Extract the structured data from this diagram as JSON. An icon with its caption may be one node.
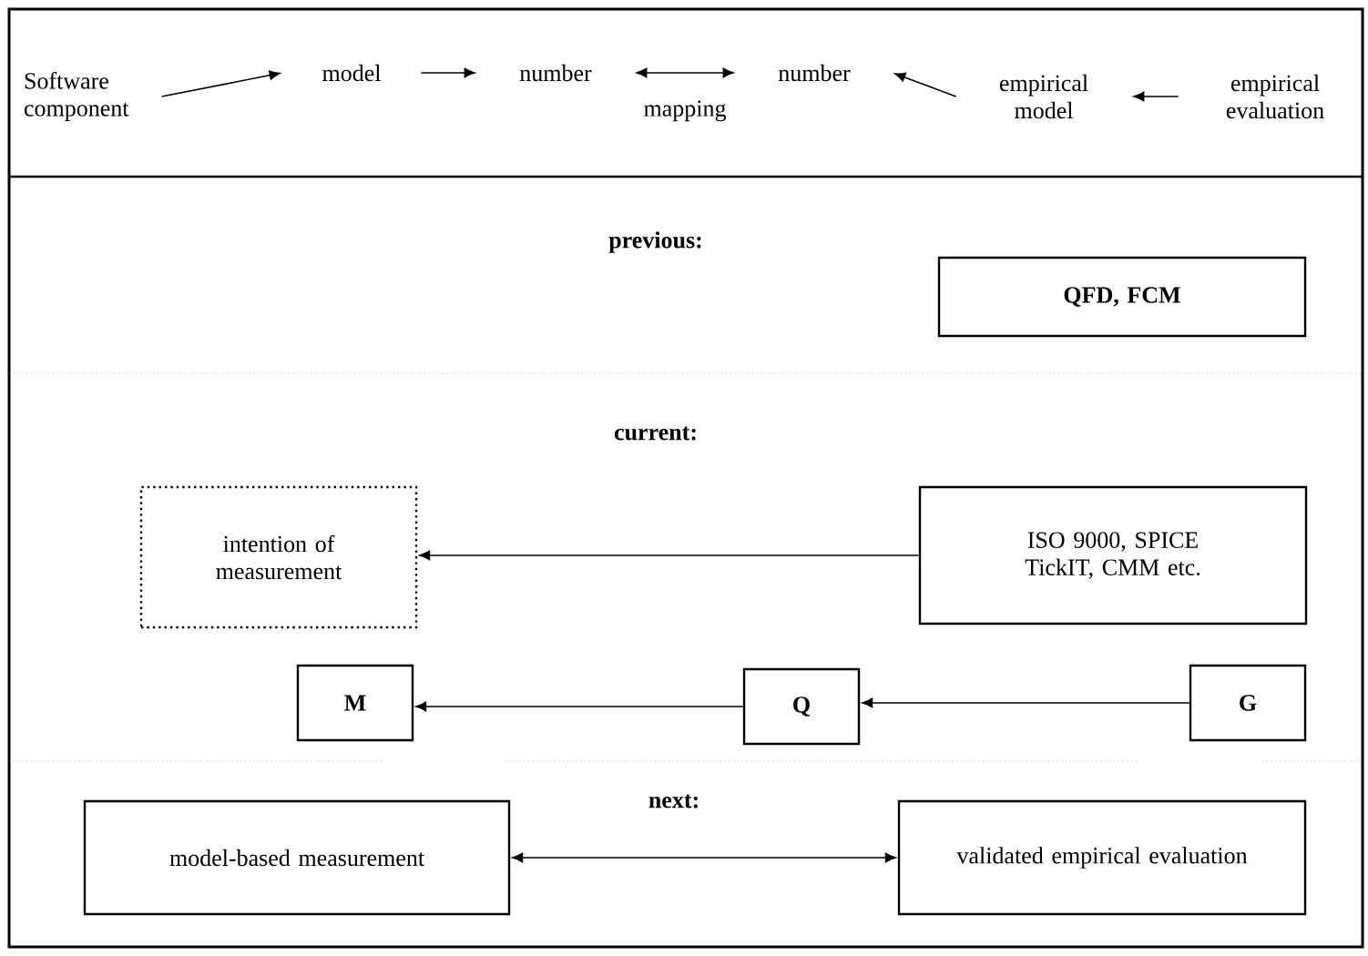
{
  "diagram": {
    "nodes": [
      {
        "text": [
          "Software component"
        ]
      },
      {
        "text": [
          "model"
        ]
      },
      {
        "text": [
          "number"
        ]
      },
      {
        "text": [
          "number"
        ]
      },
      {
        "text": [
          "empirical model"
        ]
      },
      {
        "text": [
          "empirical evaluation"
        ]
      },
      {
        "text": [
          "QFD, FCM"
        ]
      },
      {
        "text": [
          "intention of measurement"
        ]
      },
      {
        "text": [
          "ISO 9000, SPICE TickIT, CMM etc."
        ]
      },
      {
        "text": [
          "M"
        ]
      },
      {
        "text": [
          "Q"
        ]
      },
      {
        "text": [
          "G"
        ]
      },
      {
        "text": [
          "model-based measurement"
        ]
      },
      {
        "text": [
          "validated empirical evaluation"
        ]
      }
    ],
    "edges": [
      {
        "from": 0,
        "to": 1,
        "arrow": "to"
      },
      {
        "from": 1,
        "to": 2,
        "arrow": "to"
      },
      {
        "from": 2,
        "to": 3,
        "arrow": "both",
        "label": "mapping"
      },
      {
        "from": 5,
        "to": 4,
        "arrow": "to"
      },
      {
        "from": 4,
        "to": 3,
        "arrow": "to"
      },
      {
        "from": 8,
        "to": 7,
        "arrow": "to"
      },
      {
        "from": 11,
        "to": 10,
        "arrow": "to"
      },
      {
        "from": 10,
        "to": 9,
        "arrow": "to"
      },
      {
        "from": 12,
        "to": 13,
        "arrow": "both"
      }
    ],
    "labels": [
      "previous:",
      "current:",
      "next:"
    ]
  }
}
